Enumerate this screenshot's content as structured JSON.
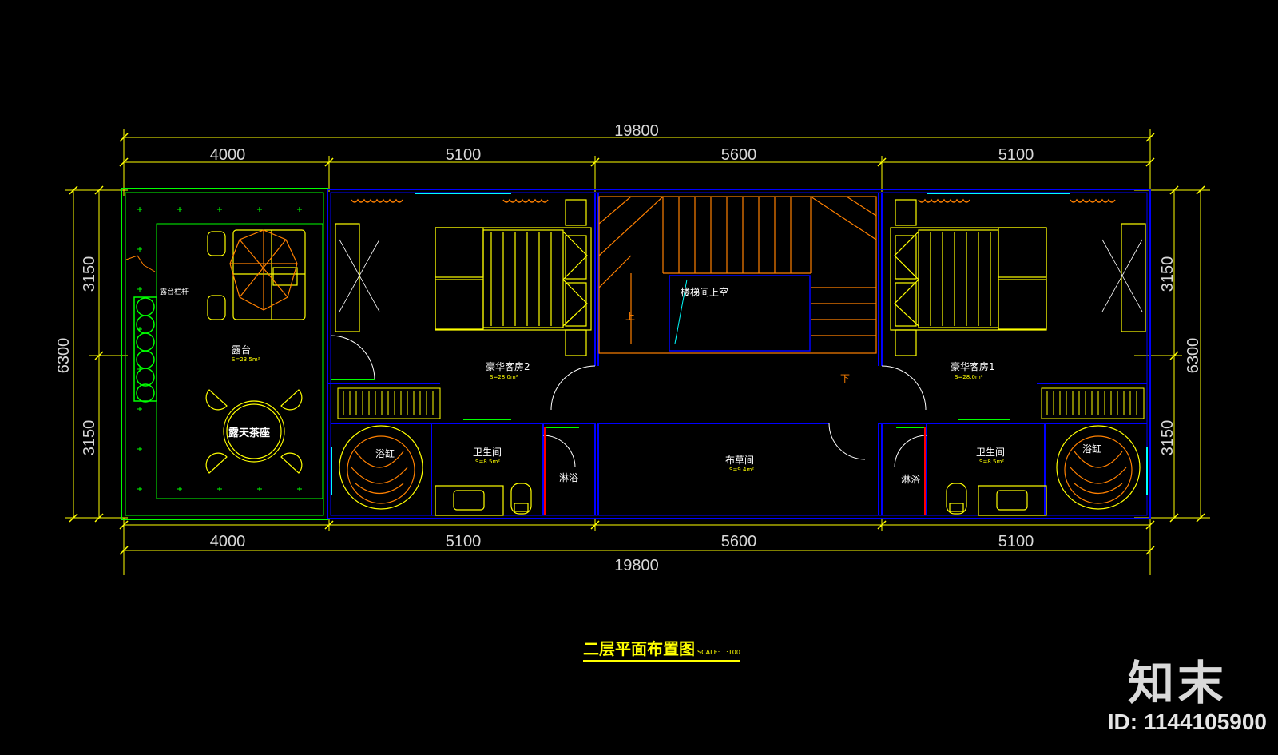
{
  "dimensions": {
    "total": "19800",
    "segments": [
      "4000",
      "5100",
      "5600",
      "5100"
    ],
    "depth_total": "6300",
    "depth_segments": [
      "3150",
      "3150"
    ]
  },
  "rooms": {
    "terrace": {
      "label": "露台",
      "area": "S=23.5m²"
    },
    "railing_note": "露台栏杆",
    "tea_table": "露天茶座",
    "guest_room_2": {
      "label": "豪华客房2",
      "area": "S=28.0m²"
    },
    "guest_room_1": {
      "label": "豪华客房1",
      "area": "S=28.0m²"
    },
    "stair_void": "楼梯间上空",
    "stair_up": "上",
    "stair_down": "下",
    "linen_room": {
      "label": "布草间",
      "area": "S=9.4m²"
    },
    "bath_left": {
      "label": "卫生间",
      "area": "S=8.5m²"
    },
    "bath_right": {
      "label": "卫生间",
      "area": "S=8.5m²"
    },
    "tub_left": "浴缸",
    "tub_right": "浴缸",
    "shower_left": "淋浴",
    "shower_right": "淋浴"
  },
  "drawing": {
    "title": "二层平面布置图",
    "scale": "SCALE: 1:100"
  },
  "watermark": {
    "brand": "知末",
    "id": "ID: 1144105900"
  },
  "colors": {
    "background": "#000000",
    "dimension": "#ffff00",
    "wall": "#0000ff",
    "furniture": "#ffff00",
    "stair": "#ff8000",
    "terrace": "#00ff00",
    "window": "#00ffff",
    "door": "#ffffff"
  }
}
